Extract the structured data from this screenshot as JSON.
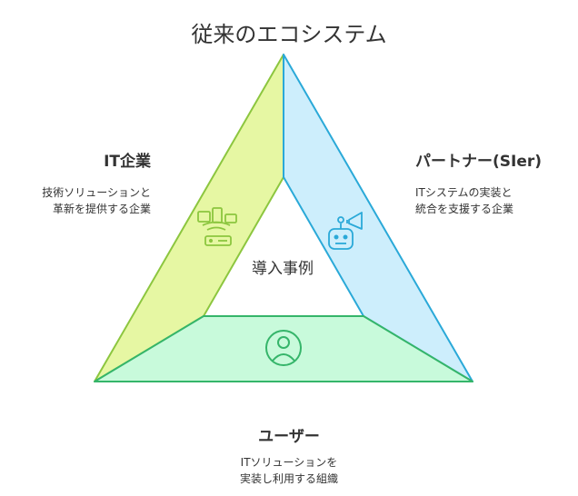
{
  "title": "従来のエコシステム",
  "center": "導入事例",
  "it_company": {
    "heading": "IT企業",
    "desc_line1": "技術ソリューションと",
    "desc_line2": "革新を提供する企業",
    "icon": "devices-router-icon"
  },
  "partner": {
    "heading": "パートナー(SIer)",
    "desc_line1": "ITシステムの実装と",
    "desc_line2": "統合を支援する企業",
    "icon": "robot-megaphone-icon"
  },
  "user": {
    "heading": "ユーザー",
    "desc_line1": "ITソリューションを",
    "desc_line2": "実装し利用する組織",
    "icon": "user-circle-icon"
  },
  "colors": {
    "green_fill": "#e6f7a3",
    "green_stroke": "#8cc63f",
    "blue_fill": "#cdeefc",
    "blue_stroke": "#2aa9d8",
    "mint_fill": "#c8fadb",
    "mint_stroke": "#35b56a"
  }
}
